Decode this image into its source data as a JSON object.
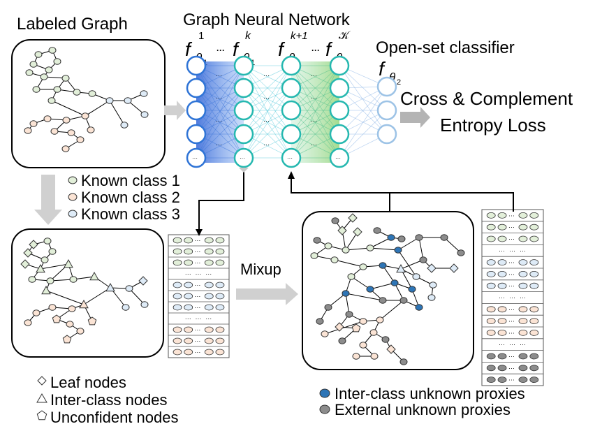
{
  "labels": {
    "labeled_graph": "Labeled Graph",
    "gnn_title": "Graph Neural Network",
    "openset_title": "Open-set classifier",
    "loss_line1": "Cross & Complement",
    "loss_line2": "Entropy Loss",
    "mixup": "Mixup"
  },
  "layers": {
    "f": "f",
    "theta": "θ",
    "sub1": "1",
    "sub2": "2",
    "sup_1": "1",
    "sup_k": "k",
    "sup_k1": "k+1",
    "sup_K": "𝒦",
    "dots": "···"
  },
  "legend_classes": [
    {
      "label": "Known class 1",
      "color": "#e2efd9"
    },
    {
      "label": "Known class 2",
      "color": "#fbe4d5"
    },
    {
      "label": "Known class 3",
      "color": "#deebf7"
    }
  ],
  "legend_shapes": [
    {
      "label": "Leaf nodes",
      "shape": "diamond"
    },
    {
      "label": "Inter-class nodes",
      "shape": "triangle"
    },
    {
      "label": "Unconfident nodes",
      "shape": "pentagon"
    }
  ],
  "legend_proxies": [
    {
      "label": "Inter-class unknown proxies",
      "color": "#2e75b6"
    },
    {
      "label": "External unknown proxies",
      "color": "#8c8c8c"
    }
  ],
  "colors": {
    "class1": "#e2efd9",
    "class2": "#fbe4d5",
    "class3": "#deebf7",
    "inter_proxy": "#2e75b6",
    "external_proxy": "#8c8c8c",
    "neuron_blue": "#2f74d6",
    "neuron_teal": "#26b8b0",
    "neuron_light": "#9dc3e6"
  }
}
